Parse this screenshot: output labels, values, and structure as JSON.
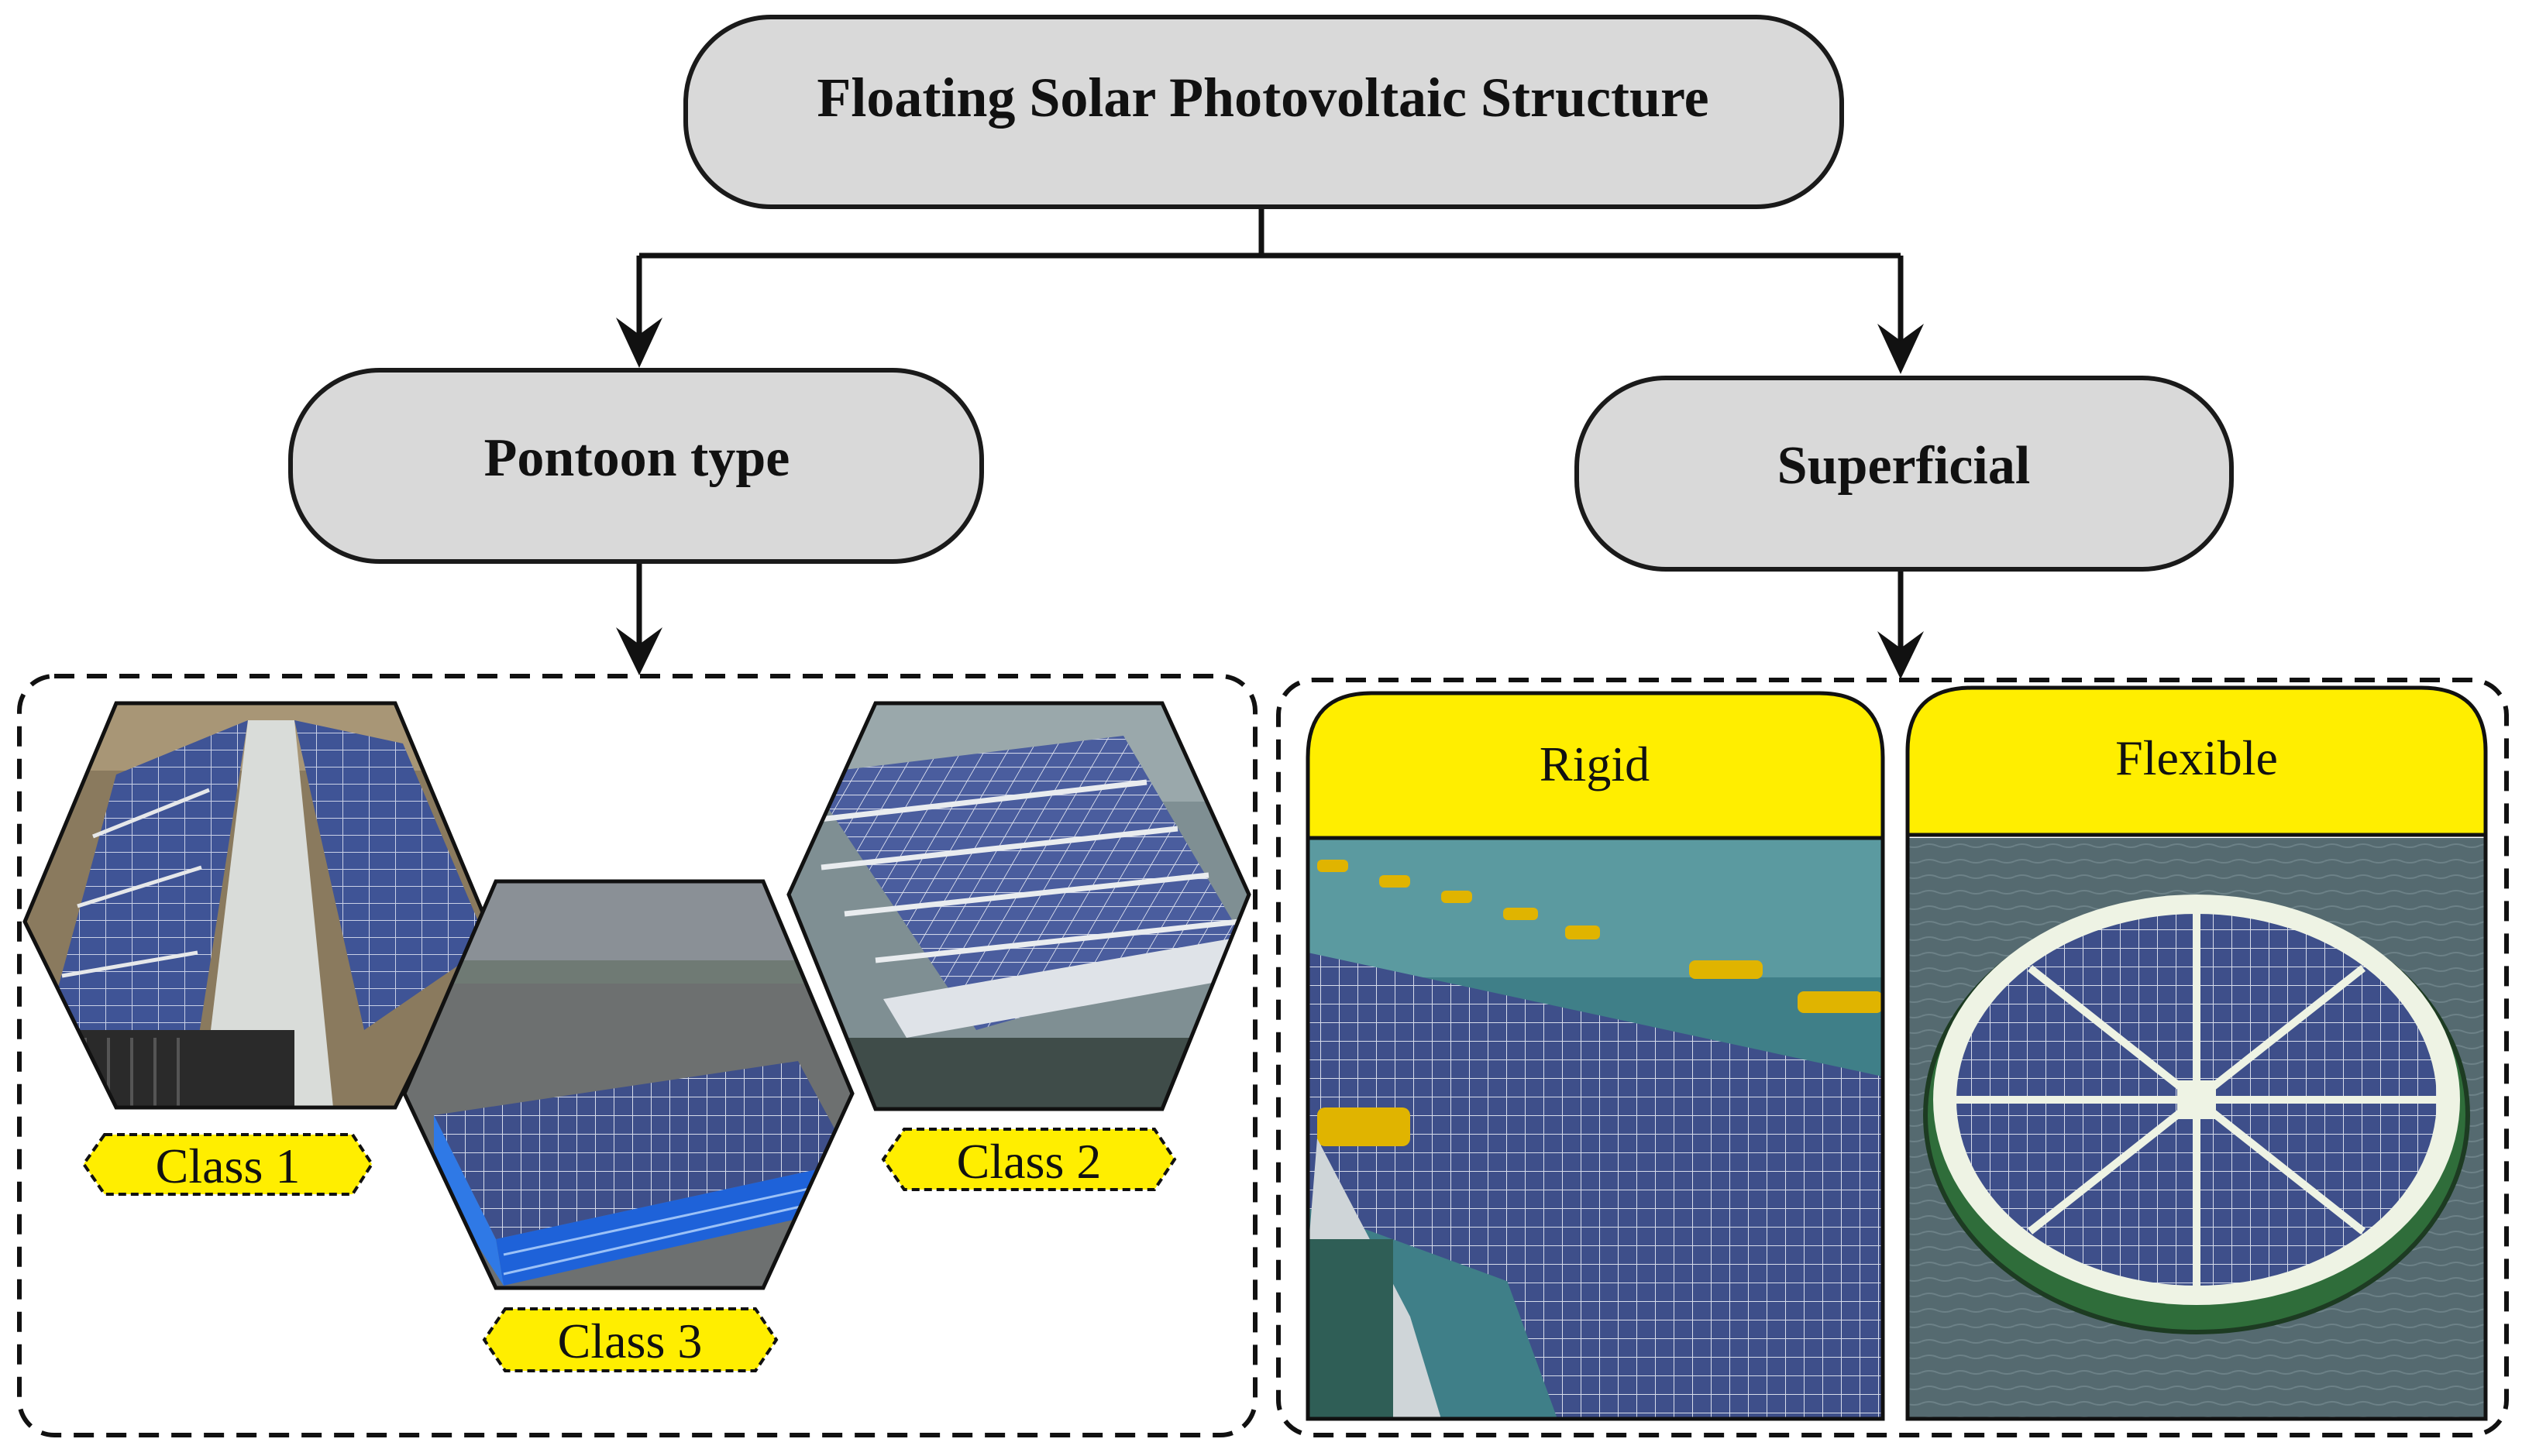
{
  "title": "Floating Solar Photovoltaic Structure",
  "branches": {
    "left": {
      "label": "Pontoon type",
      "classes": [
        {
          "id": "class1",
          "label": "Class 1",
          "photo": "triangular-frame-solar-rows-on-pontoons"
        },
        {
          "id": "class2",
          "label": "Class 2",
          "photo": "low-tilt-solar-array-on-water"
        },
        {
          "id": "class3",
          "label": "Class 3",
          "photo": "solar-panels-on-blue-cube-floats"
        }
      ]
    },
    "right": {
      "label": "Superficial",
      "types": [
        {
          "id": "rigid",
          "label": "Rigid",
          "photo": "rigid-panels-with-yellow-floats"
        },
        {
          "id": "flexible",
          "label": "Flexible",
          "photo": "circular-flexible-solar-island"
        }
      ]
    }
  },
  "colors": {
    "node_fill": "#d9d9d9",
    "node_stroke": "#1a1a1a",
    "header_yellow": "#ffee00",
    "tag_yellow": "#ffee00",
    "panel_blue": "#3b4f8c",
    "water": "#4a6672"
  }
}
